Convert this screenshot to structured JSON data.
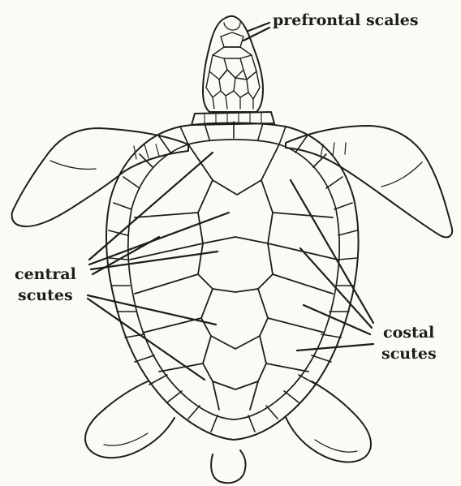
{
  "diagram": {
    "labels": {
      "prefrontal": "prefrontal scales",
      "central_line1": "central",
      "central_line2": "scutes",
      "costal_line1": "costal",
      "costal_line2": "scutes"
    }
  },
  "colors": {
    "ink": "#1e1d19",
    "paper": "#fbfaf5"
  }
}
